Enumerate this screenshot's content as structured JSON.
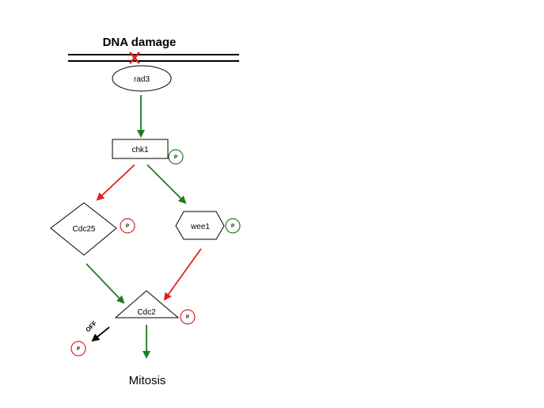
{
  "title": "DNA damage",
  "nodes": {
    "rad3": "rad3",
    "chk1": "chk1",
    "cdc25": "Cdc25",
    "wee1": "wee1",
    "cdc2": "Cdc2"
  },
  "phospho_label": "P",
  "off_label": "OFF",
  "outcome": "Mitosis",
  "colors": {
    "activation": "#1e7d1e",
    "inhibition": "#e02020",
    "damage_mark": "#e02020",
    "neutral": "#000000"
  }
}
